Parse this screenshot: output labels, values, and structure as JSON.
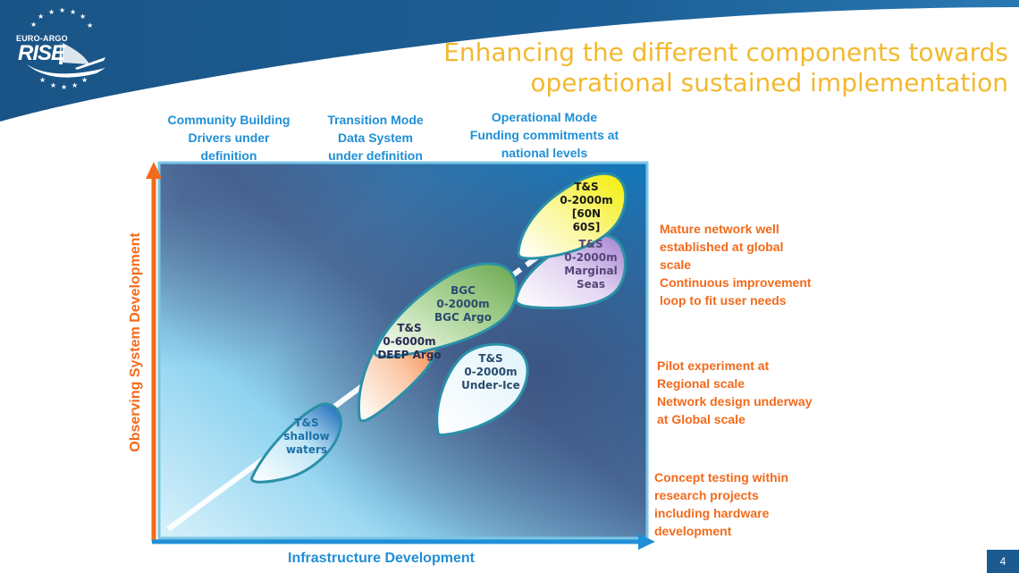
{
  "header": {
    "title": "Enhancing the different components towards operational sustained implementation",
    "logo": {
      "top_text": "EURO-ARGO",
      "main_text": "RISE"
    }
  },
  "phases": [
    {
      "label": "Community Building\nDrivers under\ndefinition"
    },
    {
      "label": "Transition Mode\nData System\nunder definition"
    },
    {
      "label": "Operational Mode\nFunding commitments at\nnational levels"
    }
  ],
  "stages": [
    {
      "label": "Mature network well\nestablished at global\nscale\nContinuous improvement\nloop to fit user needs"
    },
    {
      "label": "Pilot experiment at\nRegional scale\nNetwork design underway\nat Global scale"
    },
    {
      "label": "Concept testing within\nresearch projects\nincluding hardware\ndevelopment"
    }
  ],
  "axes": {
    "y_label": "Observing System Development",
    "x_label": "Infrastructure Development"
  },
  "bubbles": [
    {
      "label": "T&S\nshallow\nwaters",
      "color": "#1565b8"
    },
    {
      "label": "T&S\n0-6000m\nDEEP Argo",
      "color": "#f26a1b"
    },
    {
      "label": "BGC\n0-2000m\nBGC Argo",
      "color": "#6aa84f"
    },
    {
      "label": "T&S\n0-2000m\nUnder-Ice",
      "color": "#e8f6fc"
    },
    {
      "label": "T&S\n0-2000m\nMarginal\nSeas",
      "color": "#b497d6"
    },
    {
      "label": "T&S\n0-2000m\n[60N\n60S]",
      "color": "#f7f20a"
    }
  ],
  "colors": {
    "header_blue": "#1b5b8f",
    "title_yellow": "#f2b92f",
    "phase_blue": "#1f8fd6",
    "stage_orange": "#f26a1b"
  },
  "page_number": "4"
}
